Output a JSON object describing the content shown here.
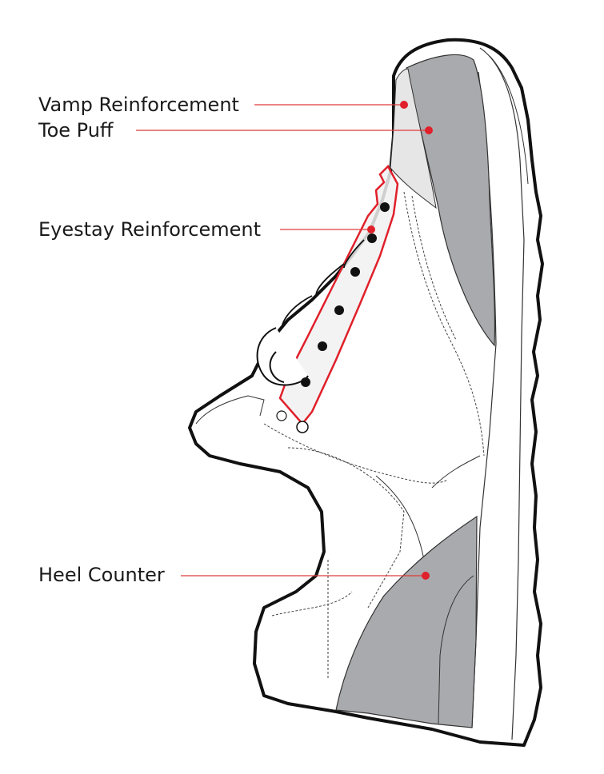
{
  "labels": {
    "vamp_reinforcement": "Vamp Reinforcement",
    "toe_puff": "Toe Puff",
    "eyestay_reinforcement": "Eyestay Reinforcement",
    "heel_counter": "Heel Counter"
  },
  "colors": {
    "leader": "#e03a3a",
    "marker": "#e0202a",
    "outline": "#111111",
    "reinforcement_fill": "#a9aaad",
    "toe_fill": "#e6e6e6",
    "eyestay_outline": "#e0202a"
  }
}
